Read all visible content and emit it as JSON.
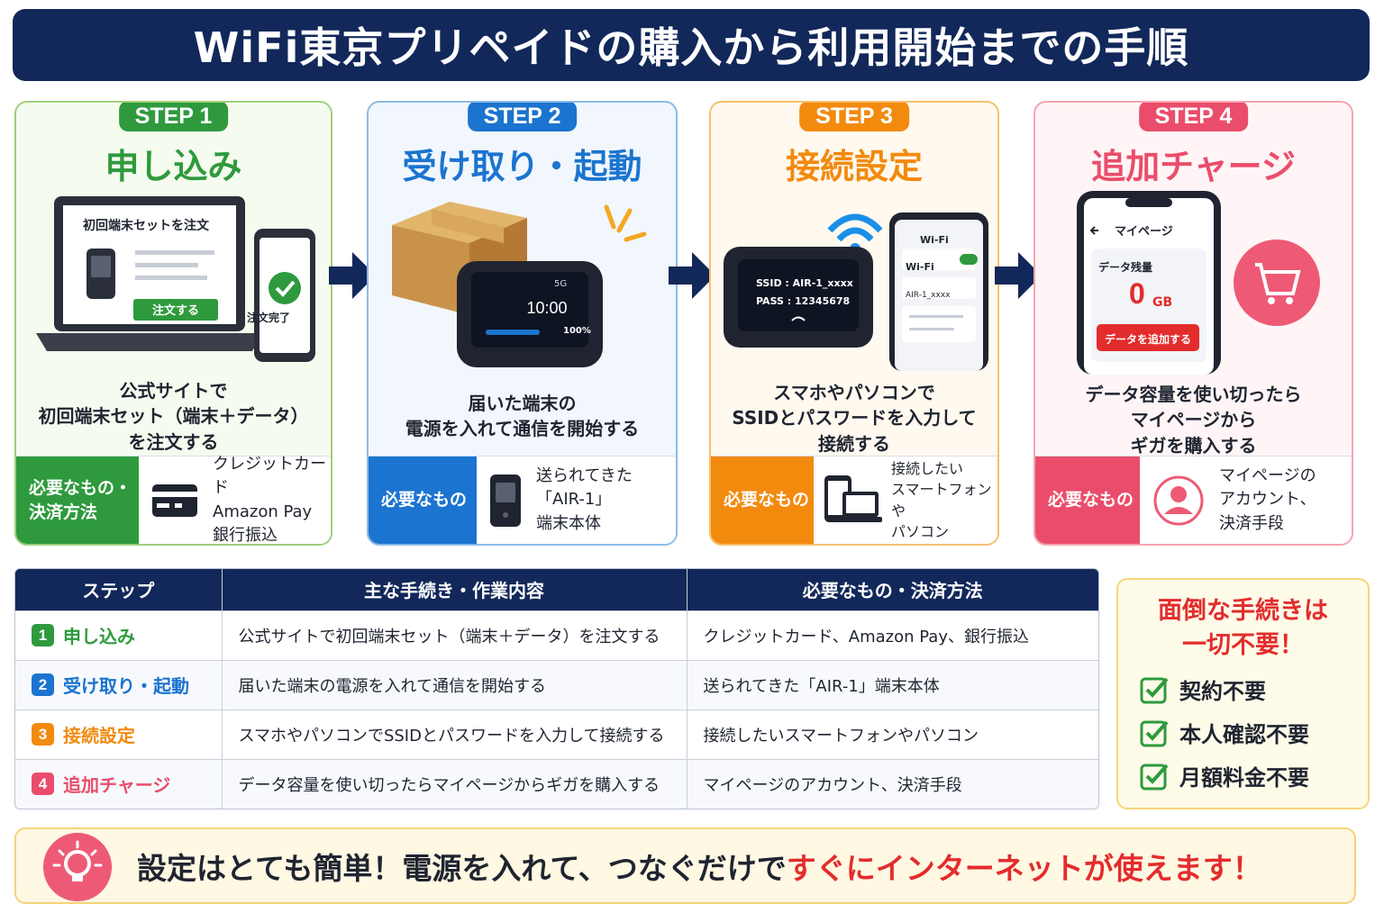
{
  "title": "WiFi東京プリペイドの購入から利用開始までの手順",
  "steps": [
    {
      "badge": "STEP 1",
      "title": "申し込み",
      "desc": "公式サイトで\n初回端末セット（端末＋データ）\nを注文する",
      "need_label": "必要なもの・\n決済方法",
      "need_text": "クレジットカード\nAmazon Pay\n銀行振込",
      "screen": {
        "heading": "初回端末セットを注文",
        "order_button": "注文する",
        "done": "注文完了"
      },
      "color": "#2e9a3d"
    },
    {
      "badge": "STEP 2",
      "title": "受け取り・起動",
      "desc": "届いた端末の\n電源を入れて通信を開始する",
      "need_label": "必要なもの",
      "need_text": "送られてきた\n「AIR-1」\n端末本体",
      "device": {
        "time": "10:00",
        "battery": "100%",
        "network": "5G"
      },
      "color": "#1b74cf"
    },
    {
      "badge": "STEP 3",
      "title": "接続設定",
      "desc": "スマホやパソコンで\nSSIDとパスワードを入力して\n接続する",
      "need_label": "必要なもの",
      "need_text": "接続したい\nスマートフォンや\nパソコン",
      "device": {
        "ssid": "SSID : AIR-1_xxxx",
        "pass": "PASS : 12345678"
      },
      "phone": {
        "header": "Wi-Fi",
        "toggle_label": "Wi-Fi",
        "network": "AIR-1_xxxx"
      },
      "color": "#f28a0e"
    },
    {
      "badge": "STEP 4",
      "title": "追加チャージ",
      "desc": "データ容量を使い切ったら\nマイページから\nギガを購入する",
      "need_label": "必要なもの",
      "need_text": "マイページの\nアカウント、\n決済手段",
      "phone": {
        "back_title": "マイページ",
        "remaining_label": "データ残量",
        "remaining_value": "0",
        "remaining_unit": "GB",
        "add_button": "データを追加する"
      },
      "color": "#ea4d6b"
    }
  ],
  "table": {
    "headers": [
      "ステップ",
      "主な手続き・作業内容",
      "必要なもの・決済方法"
    ],
    "rows": [
      {
        "num": "1",
        "name": "申し込み",
        "action": "公式サイトで初回端末セット（端末＋データ）を注文する",
        "need": "クレジットカード、Amazon Pay、銀行振込",
        "color": "#2e9a3d"
      },
      {
        "num": "2",
        "name": "受け取り・起動",
        "action": "届いた端末の電源を入れて通信を開始する",
        "need": "送られてきた「AIR-1」端末本体",
        "color": "#1b74cf"
      },
      {
        "num": "3",
        "name": "接続設定",
        "action": "スマホやパソコンでSSIDとパスワードを入力して接続する",
        "need": "接続したいスマートフォンやパソコン",
        "color": "#f28a0e"
      },
      {
        "num": "4",
        "name": "追加チャージ",
        "action": "データ容量を使い切ったらマイページからギガを購入する",
        "need": "マイページのアカウント、決済手段",
        "color": "#ea4d6b"
      }
    ]
  },
  "no_hassle": {
    "title": "面倒な手続きは\n一切不要！",
    "items": [
      "契約不要",
      "本人確認不要",
      "月額料金不要"
    ]
  },
  "banner": {
    "text_main": "設定はとても簡単！電源を入れて、つなぐだけで",
    "text_highlight": "すぐにインターネットが使えます！"
  }
}
